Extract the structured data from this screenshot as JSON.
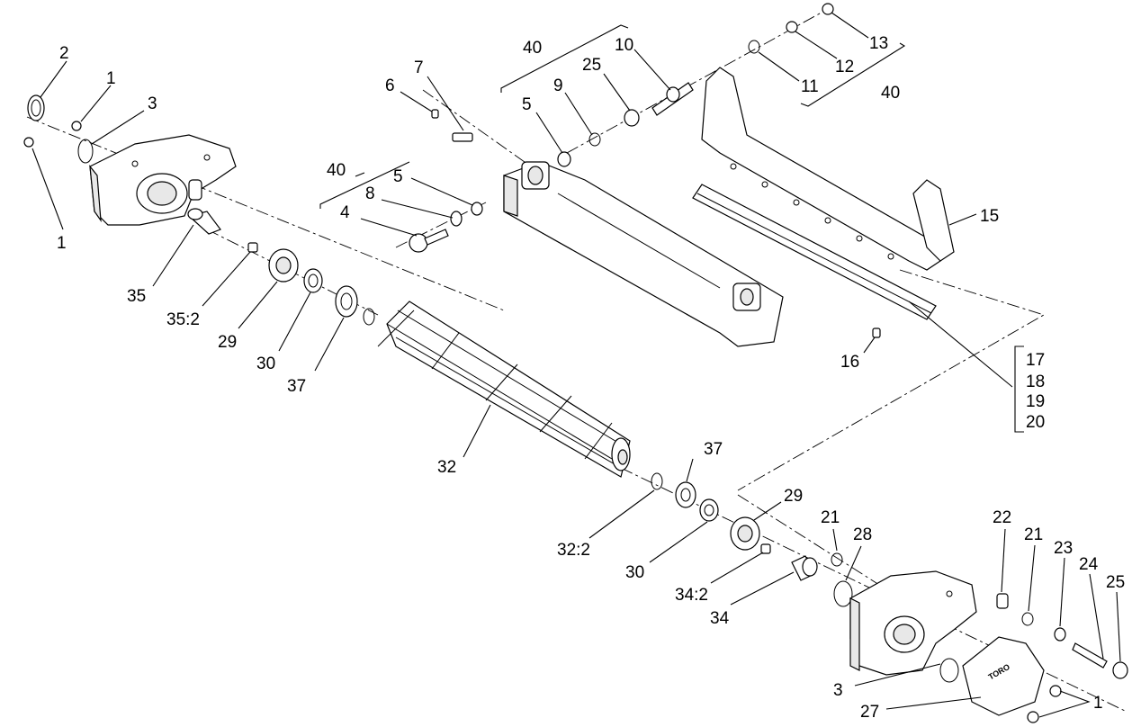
{
  "diagram": {
    "callouts": {
      "c2": "2",
      "c1a": "1",
      "c3a": "3",
      "c1b": "1",
      "c35": "35",
      "c35_2": "35:2",
      "c29a": "29",
      "c30a": "30",
      "c37a": "37",
      "c6": "6",
      "c7": "7",
      "c40a": "40",
      "c5a": "5",
      "c8": "8",
      "c4": "4",
      "c40b": "40",
      "c25a": "25",
      "c9": "9",
      "c5b": "5",
      "c10": "10",
      "c11": "11",
      "c12": "12",
      "c13": "13",
      "c40c": "40",
      "c15": "15",
      "c16": "16",
      "c17": "17",
      "c18": "18",
      "c19": "19",
      "c20": "20",
      "c32": "32",
      "c37b": "37",
      "c32_2": "32:2",
      "c29b": "29",
      "c30b": "30",
      "c34_2": "34:2",
      "c34": "34",
      "c21a": "21",
      "c28": "28",
      "c22": "22",
      "c21b": "21",
      "c23": "23",
      "c24": "24",
      "c25b": "25",
      "c3b": "3",
      "c27": "27",
      "c1c": "1"
    },
    "cover_logo": "TORO"
  }
}
